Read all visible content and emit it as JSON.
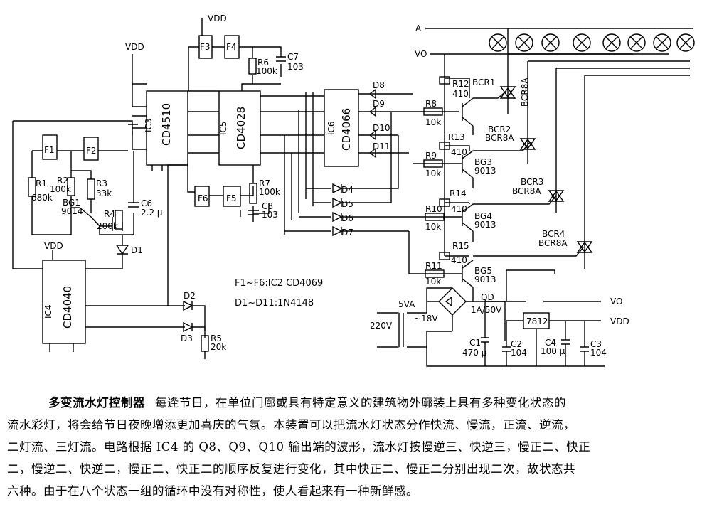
{
  "ic": {
    "ic3": {
      "ref": "IC3",
      "part": "CD4510"
    },
    "ic5": {
      "ref": "IC5",
      "part": "CD4028"
    },
    "ic6": {
      "ref": "IC6",
      "part": "CD4066"
    },
    "ic4": {
      "ref": "IC4",
      "part": "CD4040"
    }
  },
  "gates": [
    "F1",
    "F2",
    "F3",
    "F4",
    "F5",
    "F6"
  ],
  "resistors": {
    "r1": [
      "R1",
      "680k"
    ],
    "r2": [
      "R2",
      "100k"
    ],
    "r3": [
      "R3",
      "33k"
    ],
    "r4": [
      "R4",
      "200k"
    ],
    "r5": [
      "R5",
      "20k"
    ],
    "r6": [
      "R6",
      "100k"
    ],
    "r7": [
      "R7",
      "100k"
    ],
    "r8": [
      "R8",
      "10k"
    ],
    "r9": [
      "R9",
      "10k"
    ],
    "r10": [
      "R10",
      "10k"
    ],
    "r11": [
      "R11",
      "10k"
    ],
    "r12": [
      "R12",
      "410"
    ],
    "r13": [
      "R13",
      "410"
    ],
    "r14": [
      "R14",
      "410"
    ],
    "r15": [
      "R15",
      "410"
    ]
  },
  "capacitors": {
    "c1": [
      "C1",
      "470 μ"
    ],
    "c2": [
      "C2",
      "104"
    ],
    "c3": [
      "C3",
      "104"
    ],
    "c4": [
      "C4",
      "100 μ"
    ],
    "c6": [
      "C6",
      "2.2 μ"
    ],
    "c7": [
      "C7",
      "103"
    ],
    "c8": [
      "C8",
      "103"
    ]
  },
  "transistors": {
    "bg1": [
      "BG1",
      "9014"
    ],
    "bg3": [
      "BG3",
      "9013"
    ],
    "bg4": [
      "BG4",
      "9013"
    ],
    "bg5": [
      "BG5",
      "9013"
    ]
  },
  "triacs": {
    "bcr1": [
      "BCR1",
      "BCR8A"
    ],
    "bcr2": [
      "BCR2",
      "BCR8A"
    ],
    "bcr3": [
      "BCR3",
      "BCR8A"
    ],
    "bcr4": [
      "BCR4",
      "BCR8A"
    ]
  },
  "diodes": [
    "D1",
    "D2",
    "D3",
    "D4",
    "D5",
    "D6",
    "D7",
    "D8",
    "D9",
    "D10",
    "D11"
  ],
  "rails": {
    "vdd": "VDD",
    "vo": "VO",
    "a": "A",
    "qd": "QD"
  },
  "power": {
    "mains": "220V",
    "transformer_va": "5VA",
    "secondary": "~18V",
    "bridge": "1A/50V",
    "regulator": "7812"
  },
  "notes": {
    "gates_line": "F1~F6:IC2   CD4069",
    "diodes_line": "D1~D11:1N4148"
  },
  "caption": {
    "title": "多变流水灯控制器",
    "lines": [
      "每逢节日，在单位门廊或具有特定意义的建筑物外廓装上具有多种变化状态的",
      "流水彩灯，将会给节日夜晚增添更加喜庆的气氛。本装置可以把流水灯状态分作快流、慢流，正流、逆流，",
      "二灯流、三灯流。电路根据 IC4 的 Q8、Q9、Q10 输出端的波形，流水灯按慢逆三、快逆三，慢正二、快正",
      "二，慢逆二、快逆二，慢正二、快正二的顺序反复进行变化，其中快正二、慢正二分别出现二次，故状态共",
      "六种。由于在八个状态一组的循环中没有对称性，使人看起来有一种新鲜感。"
    ]
  }
}
